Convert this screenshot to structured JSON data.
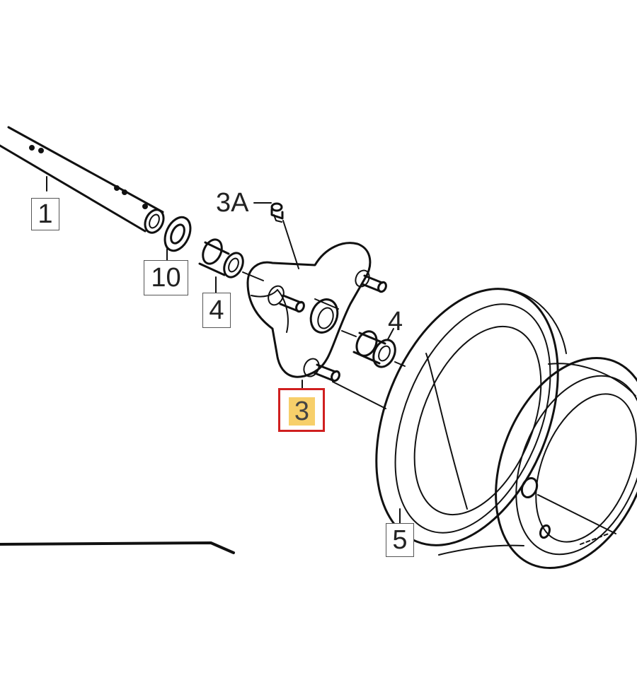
{
  "callouts": {
    "shaft": "1",
    "seal": "10",
    "bearing_left": "4",
    "bearing_right": "4",
    "grease_fitting": "3A",
    "hub": "3",
    "rim": "5"
  },
  "highlight_color": "#f7cf6a",
  "highlight_border_color": "#d01f1f"
}
